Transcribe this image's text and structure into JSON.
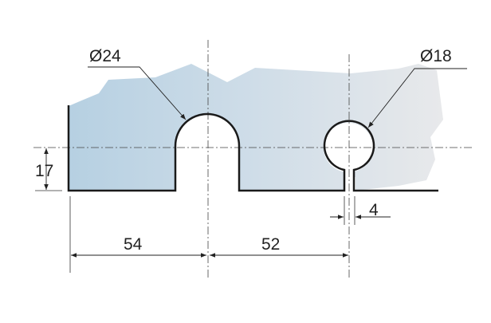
{
  "dimensions": {
    "large_diameter": "Ø24",
    "small_diameter": "Ø18",
    "height": "17",
    "slot_width": "4",
    "edge_to_large": "54",
    "large_to_small": "52"
  },
  "colors": {
    "glass_left": "#b6d0e2",
    "glass_right": "#e6e8eb",
    "outline": "#1a1a1a",
    "dim_line": "#333333"
  }
}
